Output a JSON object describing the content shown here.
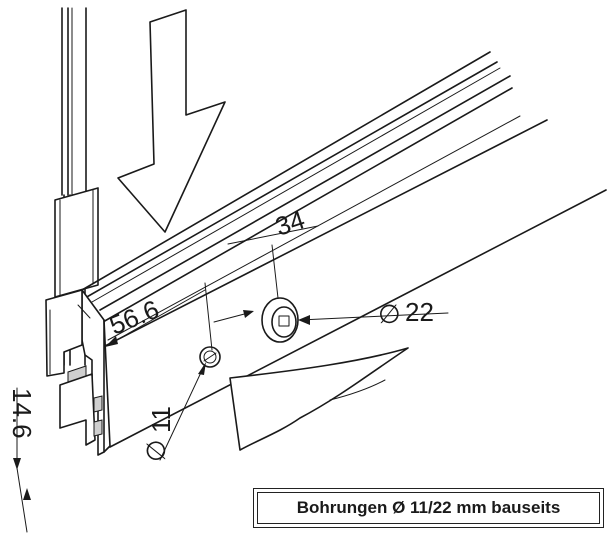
{
  "dimensions": {
    "d34": "34",
    "d56": "56.6",
    "d22": "22",
    "d11": "11",
    "d14": "14.6",
    "diameter_symbol": "∅"
  },
  "note": {
    "text": "Bohrungen Ø 11/22 mm bauseits"
  }
}
